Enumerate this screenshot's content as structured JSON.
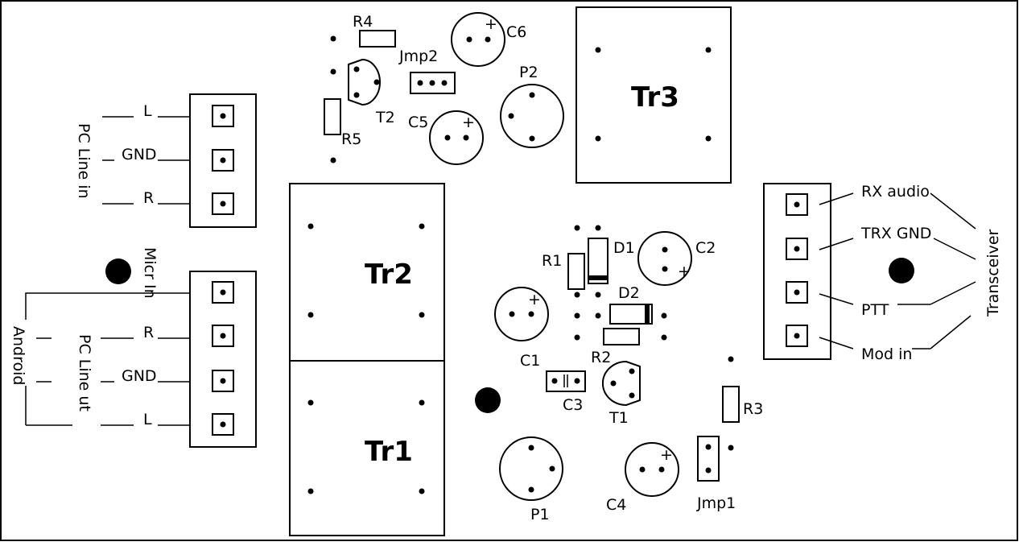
{
  "components": {
    "R1": "R1",
    "R2": "R2",
    "R3": "R3",
    "R4": "R4",
    "R5": "R5",
    "C1": "C1",
    "C2": "C2",
    "C3": "C3",
    "C4": "C4",
    "C5": "C5",
    "C6": "C6",
    "D1": "D1",
    "D2": "D2",
    "T1": "T1",
    "T2": "T2",
    "P1": "P1",
    "P2": "P2",
    "Jmp1": "Jmp1",
    "Jmp2": "Jmp2",
    "Tr1": "Tr1",
    "Tr2": "Tr2",
    "Tr3": "Tr3",
    "plus": "+"
  },
  "connectors": {
    "pc_line_in": {
      "title": "PC Line in",
      "pins": [
        "L",
        "GND",
        "R"
      ]
    },
    "android": {
      "title": "Android",
      "sub_title": "PC Line  ut",
      "micr_label": "Micr In",
      "pins": [
        "R",
        "GND",
        "L"
      ]
    },
    "transceiver": {
      "title": "Transceiver",
      "pins": [
        "RX audio",
        "TRX GND",
        "PTT",
        "Mod in"
      ]
    }
  }
}
